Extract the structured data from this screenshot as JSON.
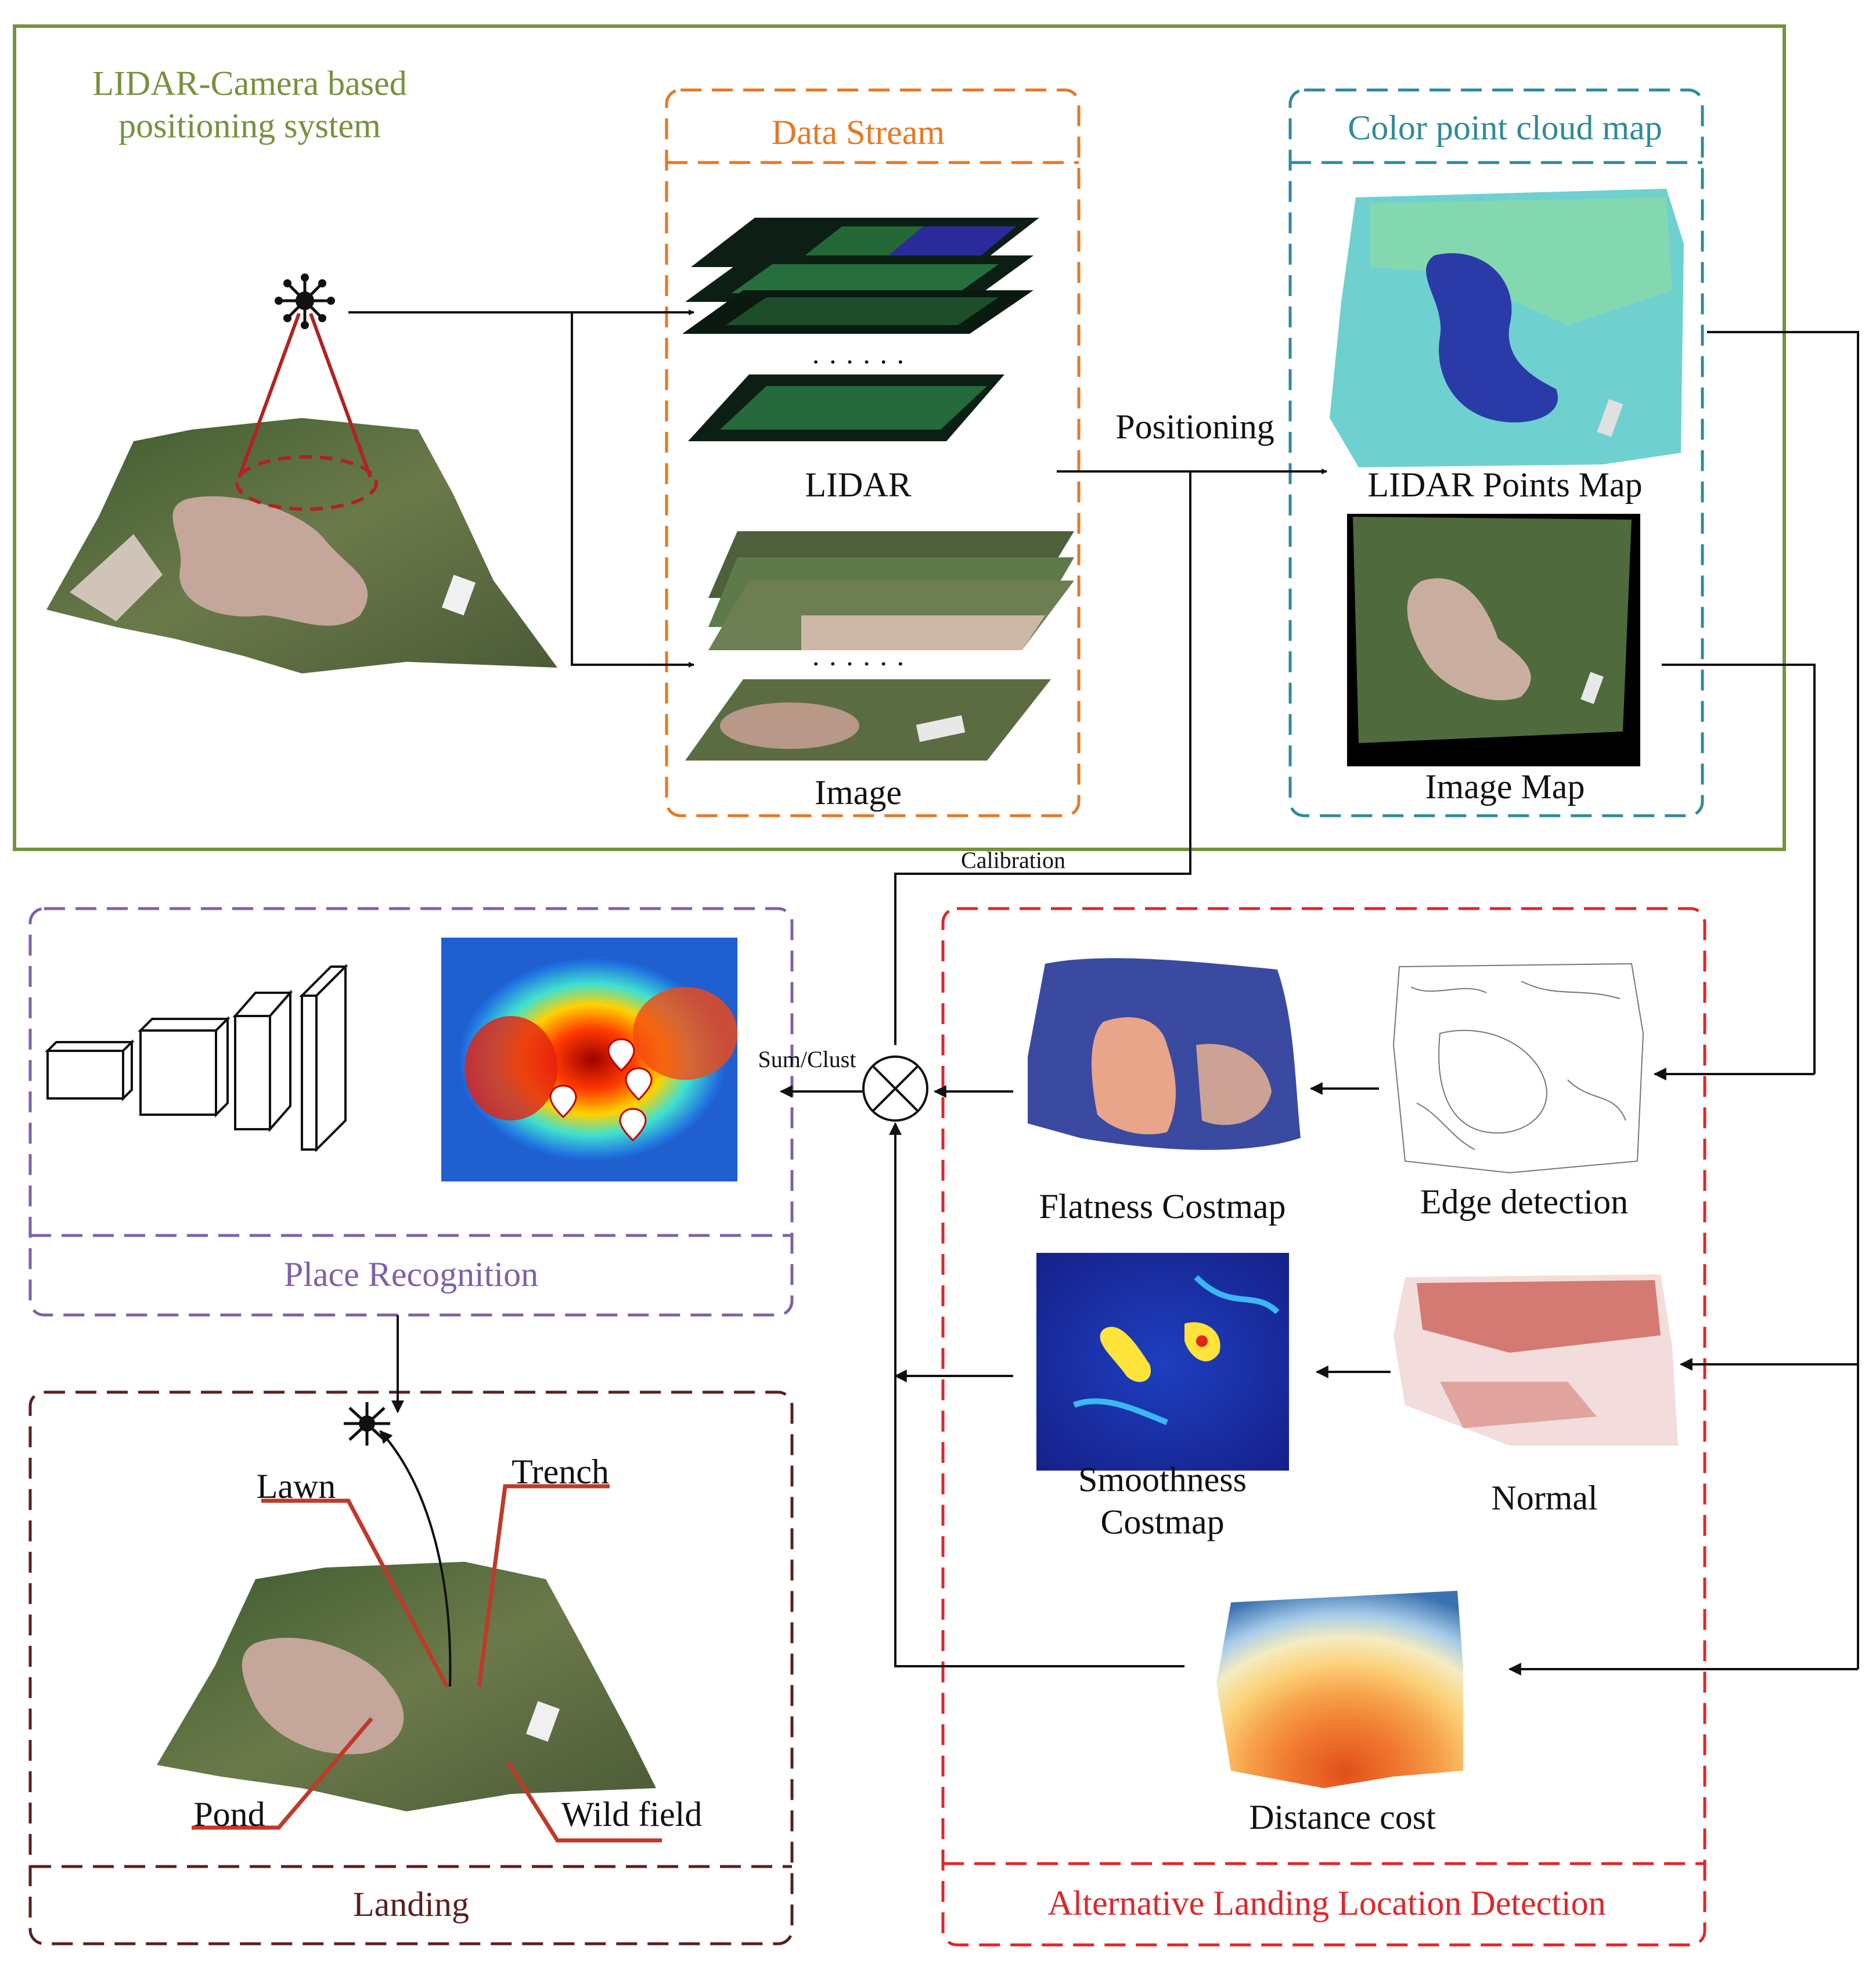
{
  "sections": {
    "positioning_system": "LIDAR-Camera based\npositioning system",
    "data_stream": "Data Stream",
    "color_map": "Color point cloud map",
    "place_recognition": "Place Recognition",
    "landing": "Landing",
    "alt_landing": "Alternative Landing Location Detection"
  },
  "labels": {
    "lidar": "LIDAR",
    "image": "Image",
    "positioning": "Positioning",
    "lidar_points_map": "LIDAR Points Map",
    "image_map": "Image Map",
    "calibration": "Calibration",
    "sum_clust": "Sum/Clust",
    "flatness_costmap": "Flatness Costmap",
    "edge_detection": "Edge detection",
    "smoothness_costmap": "Smoothness\nCostmap",
    "normal": "Normal",
    "distance_cost": "Distance cost",
    "dots": "· · · · · ·"
  },
  "landing_labels": {
    "lawn": "Lawn",
    "trench": "Trench",
    "pond": "Pond",
    "wild_field": "Wild field"
  },
  "colors": {
    "green_frame": "#76923c",
    "orange_frame": "#e87722",
    "teal_frame": "#2e8b9a",
    "purple_frame": "#8060a8",
    "brown_frame": "#5c1f1f",
    "red_frame": "#e0262a",
    "pointer_red": "#c0392b"
  }
}
